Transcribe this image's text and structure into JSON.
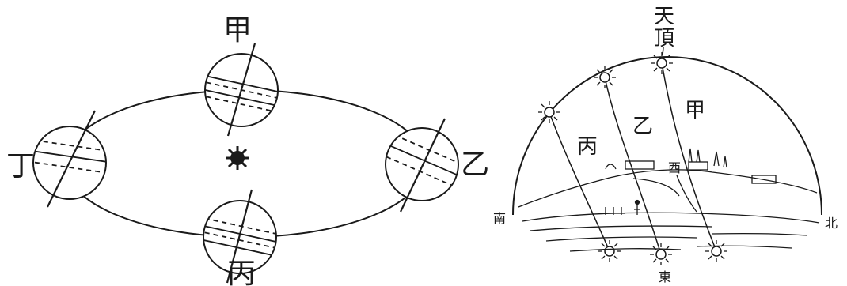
{
  "orbit_diagram": {
    "positions": {
      "top": "甲",
      "right": "乙",
      "bottom": "丙",
      "left": "丁"
    }
  },
  "sky_diagram": {
    "zenith_line1": "天",
    "zenith_line2": "頂",
    "paths": [
      "甲",
      "乙",
      "丙"
    ],
    "directions": {
      "west": "西",
      "south": "南",
      "north": "北",
      "east": "東"
    }
  }
}
